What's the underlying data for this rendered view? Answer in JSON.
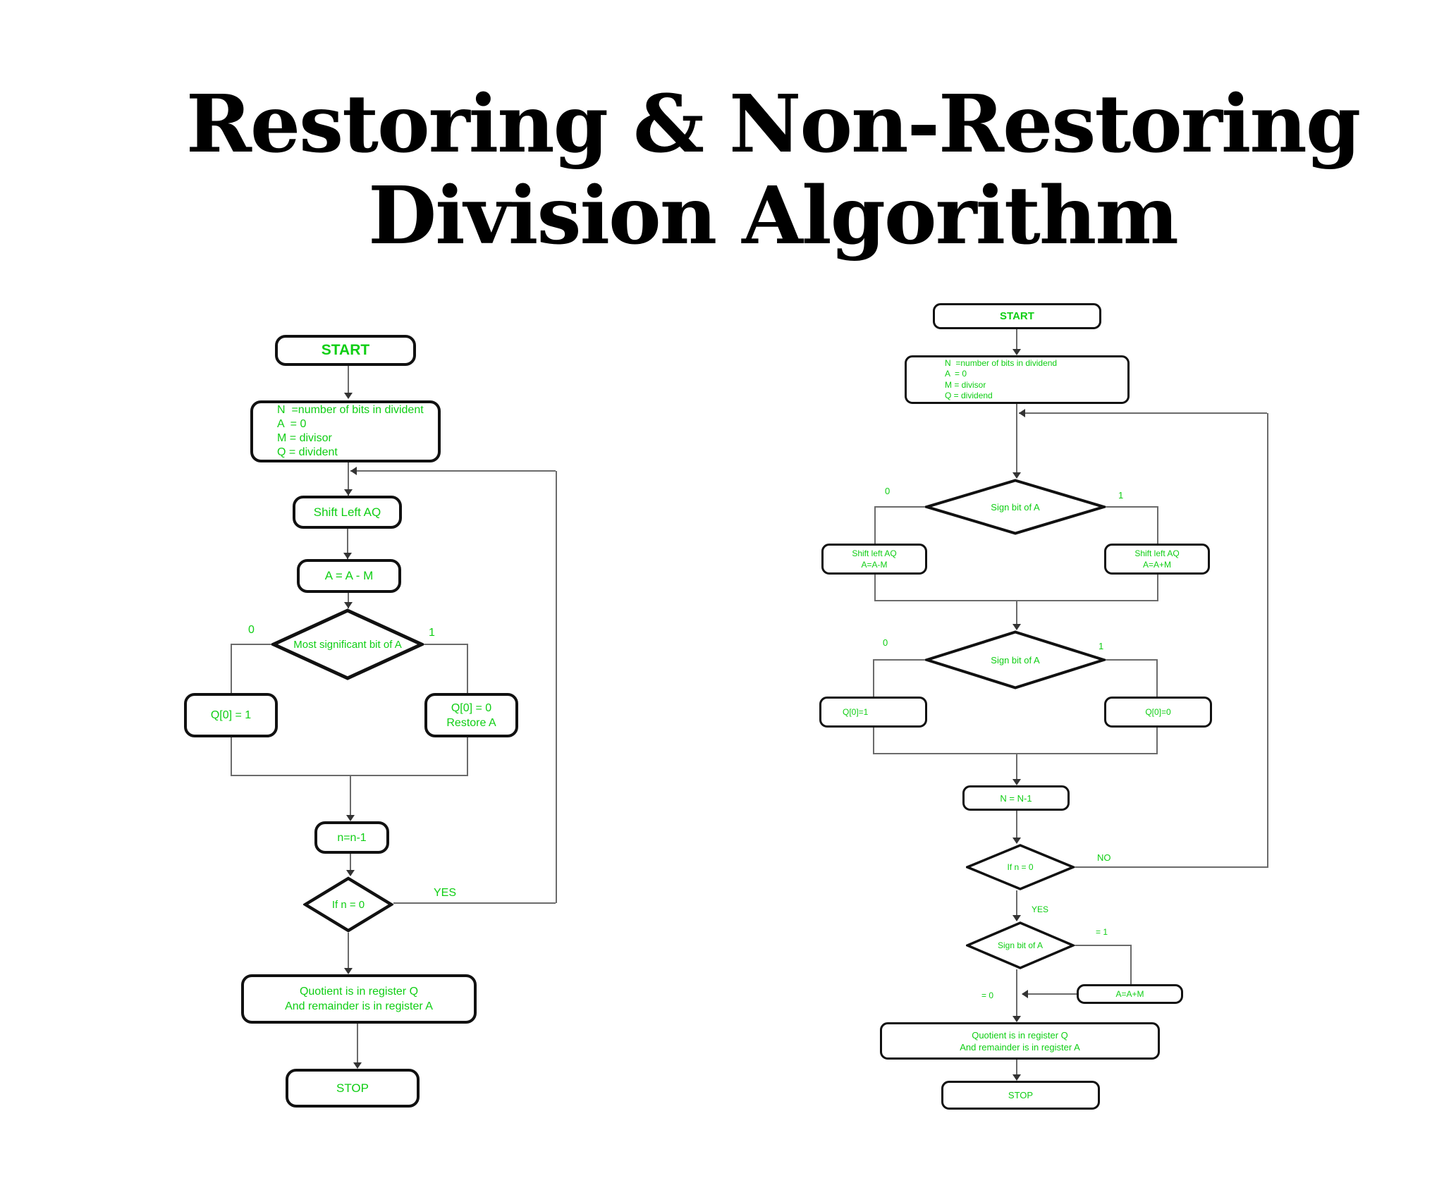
{
  "title": {
    "line1": "Restoring & Non-Restoring",
    "line2": "Division Algorithm"
  },
  "colors": {
    "text_green": "#0fce14",
    "node_border": "#111111",
    "connector_gray": "#6b6b6b",
    "title_black": "#000000"
  },
  "left_chart": {
    "name": "restoring-division-flowchart",
    "start": "START",
    "init_lines": [
      "N  =number of bits in divident",
      "A  = 0",
      "M = divisor",
      "Q = divident"
    ],
    "shift": "Shift Left AQ",
    "subtract": "A = A - M",
    "decision_msb": "Most significant bit of A",
    "branch0": "0",
    "branch1": "1",
    "q1": "Q[0] = 1",
    "q0_line1": "Q[0] = 0",
    "q0_line2": "Restore A",
    "decrement": "n=n-1",
    "decision_n": "If n = 0",
    "yes": "YES",
    "result_line1": "Quotient is in register Q",
    "result_line2": "And remainder is in register A",
    "stop": "STOP"
  },
  "right_chart": {
    "name": "non-restoring-division-flowchart",
    "start": "START",
    "init_lines": [
      "N  =number of bits in dividend",
      "A  = 0",
      "M = divisor",
      "Q = dividend"
    ],
    "decision_sign1": "Sign bit of A",
    "branch0": "0",
    "branch1": "1",
    "shift_sub_line1": "Shift left AQ",
    "shift_sub_line2": "A=A-M",
    "shift_add_line1": "Shift left AQ",
    "shift_add_line2": "A=A+M",
    "decision_sign2": "Sign bit of A",
    "branch0b": "0",
    "branch1b": "1",
    "q1": "Q[0]=1",
    "q0": "Q[0]=0",
    "decrement": "N = N-1",
    "decision_n": "If n = 0",
    "no": "NO",
    "yes": "YES",
    "decision_sign3": "Sign bit of A",
    "eq1": "= 1",
    "eq0": "= 0",
    "add": "A=A+M",
    "result_line1": "Quotient is in register Q",
    "result_line2": "And remainder is in register A",
    "stop": "STOP"
  }
}
